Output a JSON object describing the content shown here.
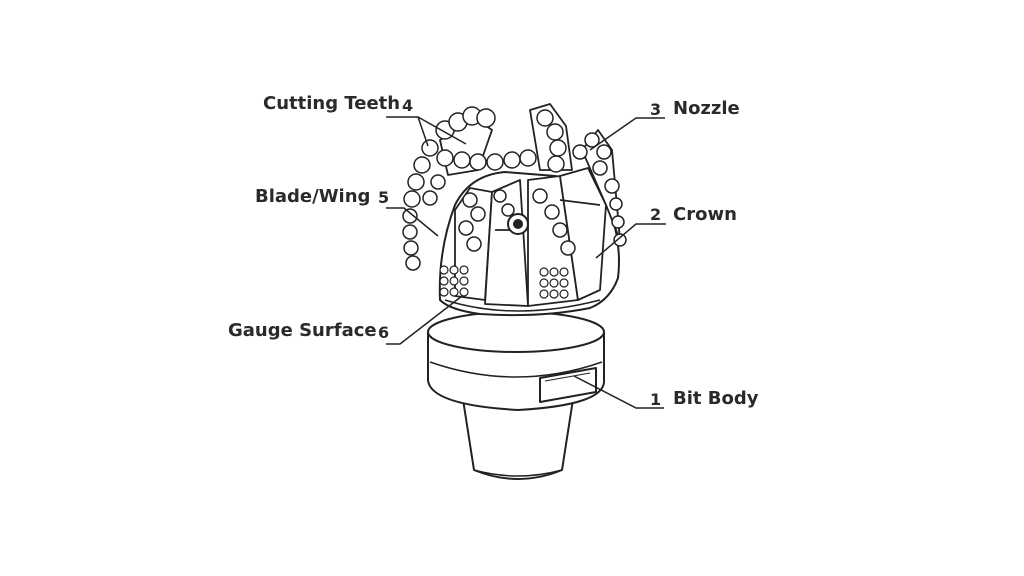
{
  "diagram": {
    "parts": [
      {
        "number": "4",
        "label": "Cutting Teeth"
      },
      {
        "number": "3",
        "label": "Nozzle"
      },
      {
        "number": "5",
        "label": "Blade/Wing"
      },
      {
        "number": "2",
        "label": "Crown"
      },
      {
        "number": "6",
        "label": "Gauge Surface"
      },
      {
        "number": "1",
        "label": "Bit Body"
      }
    ]
  }
}
